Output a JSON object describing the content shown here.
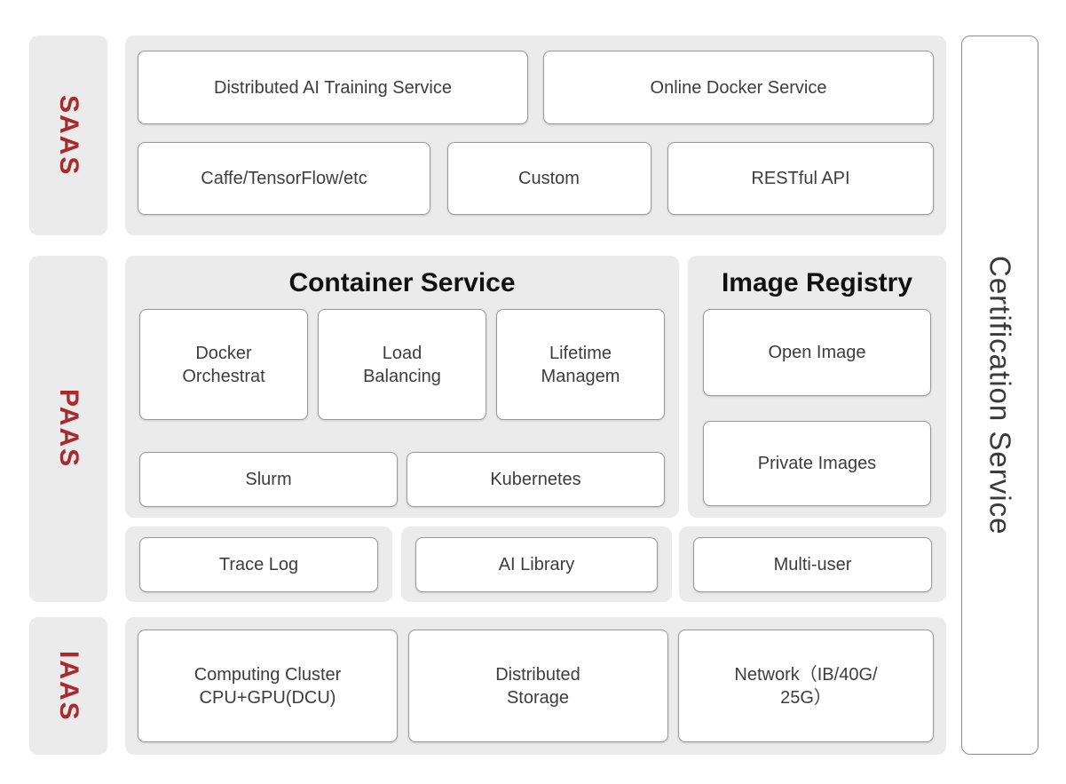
{
  "colors": {
    "panel_bg": "#EBEBEB",
    "box_bg": "#FFFFFF",
    "box_border": "#9A9A9A",
    "layer_label_red": "#A92A2D",
    "title_text": "#111111",
    "box_text": "#3D3D3D",
    "cert_border": "#8A8A8A",
    "cert_text": "#3A3A3A"
  },
  "layers": {
    "saas": {
      "label": "SAAS",
      "row1": [
        "Distributed AI Training Service",
        "Online Docker Service"
      ],
      "row2": [
        "Caffe/TensorFlow/etc",
        "Custom",
        "RESTful API"
      ]
    },
    "paas": {
      "label": "PAAS",
      "container_service": {
        "title": "Container Service",
        "top_boxes": [
          "Docker\nOrchestrat",
          "Load\nBalancing",
          "Lifetime\nManagem"
        ],
        "bottom_boxes": [
          "Slurm",
          "Kubernetes"
        ]
      },
      "image_registry": {
        "title": "Image Registry",
        "boxes": [
          "Open Image",
          "Private Images"
        ]
      },
      "addons": [
        "Trace Log",
        "AI Library",
        "Multi-user"
      ]
    },
    "iaas": {
      "label": "IAAS",
      "boxes": [
        "Computing Cluster\nCPU+GPU(DCU)",
        "Distributed\nStorage",
        "Network（IB/40G/\n25G）"
      ]
    },
    "certification": {
      "label": "Certification Service"
    }
  }
}
